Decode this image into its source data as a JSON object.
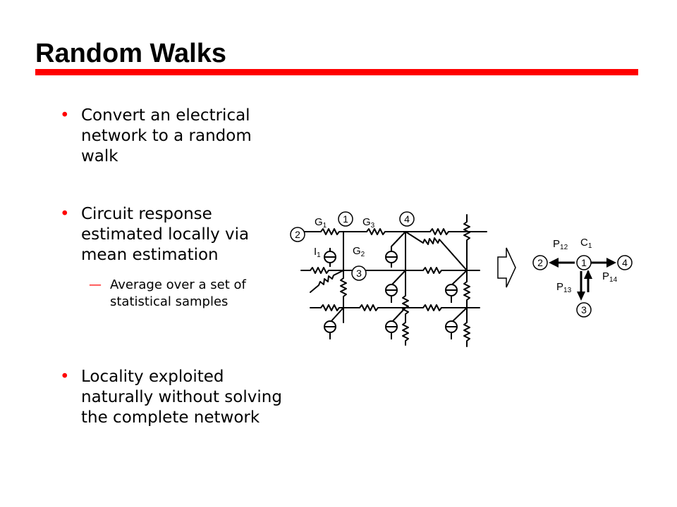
{
  "slide": {
    "title": "Random Walks",
    "accent_color": "#ff0000"
  },
  "bullets": [
    {
      "text": "Convert an electrical network to a random walk"
    },
    {
      "text": "Circuit response estimated locally via mean estimation",
      "sub": "Average over a set of statistical samples"
    },
    {
      "text": "Locality exploited naturally without solving the complete network"
    }
  ],
  "circuit": {
    "node_labels": [
      "1",
      "2",
      "3",
      "4"
    ],
    "labels": {
      "g1_base": "G",
      "g1_sub": "1",
      "g3_base": "G",
      "g3_sub": "3",
      "g2_base": "G",
      "g2_sub": "2",
      "i1_base": "I",
      "i1_sub": "1"
    }
  },
  "walk_graph": {
    "node_labels": [
      "1",
      "2",
      "3",
      "4"
    ],
    "labels": {
      "p12_base": "P",
      "p12_sub": "12",
      "c1_base": "C",
      "c1_sub": "1",
      "p14_base": "P",
      "p14_sub": "14",
      "p13_base": "P",
      "p13_sub": "13"
    }
  },
  "icons": [
    "arrow-right-icon"
  ]
}
